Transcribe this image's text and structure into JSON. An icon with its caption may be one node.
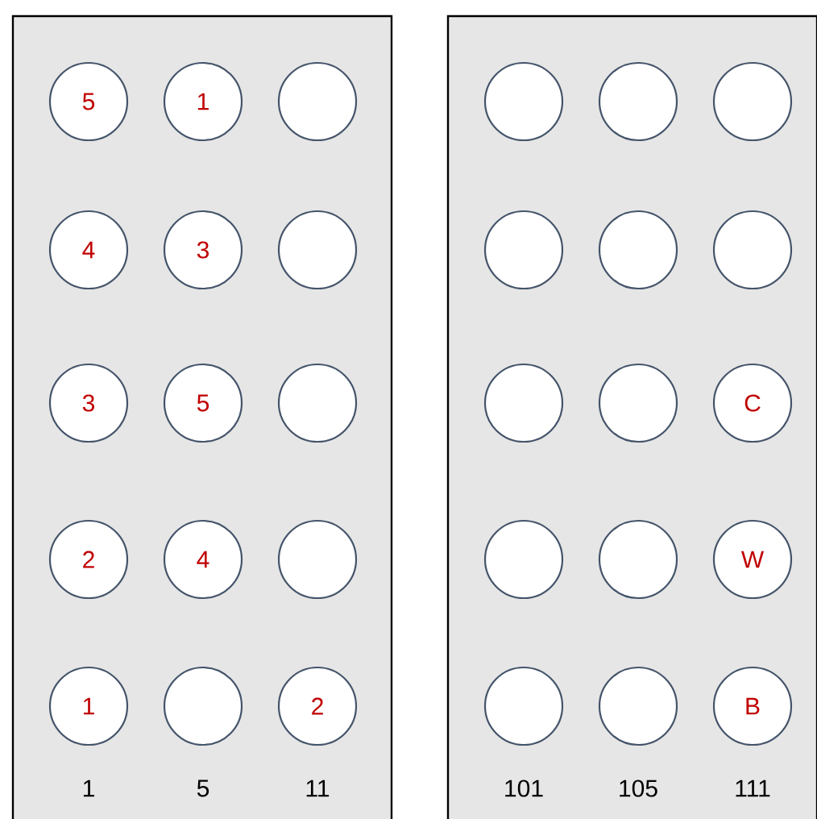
{
  "diagram": {
    "nodes": [
      {
        "text": [],
        "shape": "box"
      },
      {
        "text": [
          "5"
        ],
        "in": 0
      },
      {
        "text": [
          "1"
        ],
        "in": 0
      },
      {
        "text": [],
        "shape": "circle",
        "in": 0
      },
      {
        "text": [
          "4"
        ],
        "in": 0
      },
      {
        "text": [
          "3"
        ],
        "in": 0
      },
      {
        "text": [],
        "shape": "circle",
        "in": 0
      },
      {
        "text": [
          "3"
        ],
        "in": 0
      },
      {
        "text": [
          "5"
        ],
        "in": 0
      },
      {
        "text": [],
        "shape": "circle",
        "in": 0
      },
      {
        "text": [
          "2"
        ],
        "in": 0
      },
      {
        "text": [
          "4"
        ],
        "in": 0
      },
      {
        "text": [],
        "shape": "circle",
        "in": 0
      },
      {
        "text": [
          "1"
        ],
        "in": 0
      },
      {
        "text": [],
        "shape": "circle",
        "in": 0
      },
      {
        "text": [
          "2"
        ],
        "in": 0
      },
      {
        "text": [],
        "shape": "box"
      },
      {
        "text": [],
        "shape": "circle",
        "in": 16
      },
      {
        "text": [],
        "shape": "circle",
        "in": 16
      },
      {
        "text": [],
        "shape": "circle",
        "in": 16
      },
      {
        "text": [],
        "shape": "circle",
        "in": 16
      },
      {
        "text": [],
        "shape": "circle",
        "in": 16
      },
      {
        "text": [],
        "shape": "circle",
        "in": 16
      },
      {
        "text": [],
        "shape": "circle",
        "in": 16
      },
      {
        "text": [],
        "shape": "circle",
        "in": 16
      },
      {
        "text": [
          "C"
        ],
        "in": 16
      },
      {
        "text": [],
        "shape": "circle",
        "in": 16
      },
      {
        "text": [],
        "shape": "circle",
        "in": 16
      },
      {
        "text": [
          "W"
        ],
        "in": 16
      },
      {
        "text": [],
        "shape": "circle",
        "in": 16
      },
      {
        "text": [],
        "shape": "circle",
        "in": 16
      },
      {
        "text": [
          "B"
        ],
        "in": 16
      }
    ],
    "labels": [
      "1",
      "5",
      "11",
      "101",
      "105",
      "111"
    ]
  }
}
